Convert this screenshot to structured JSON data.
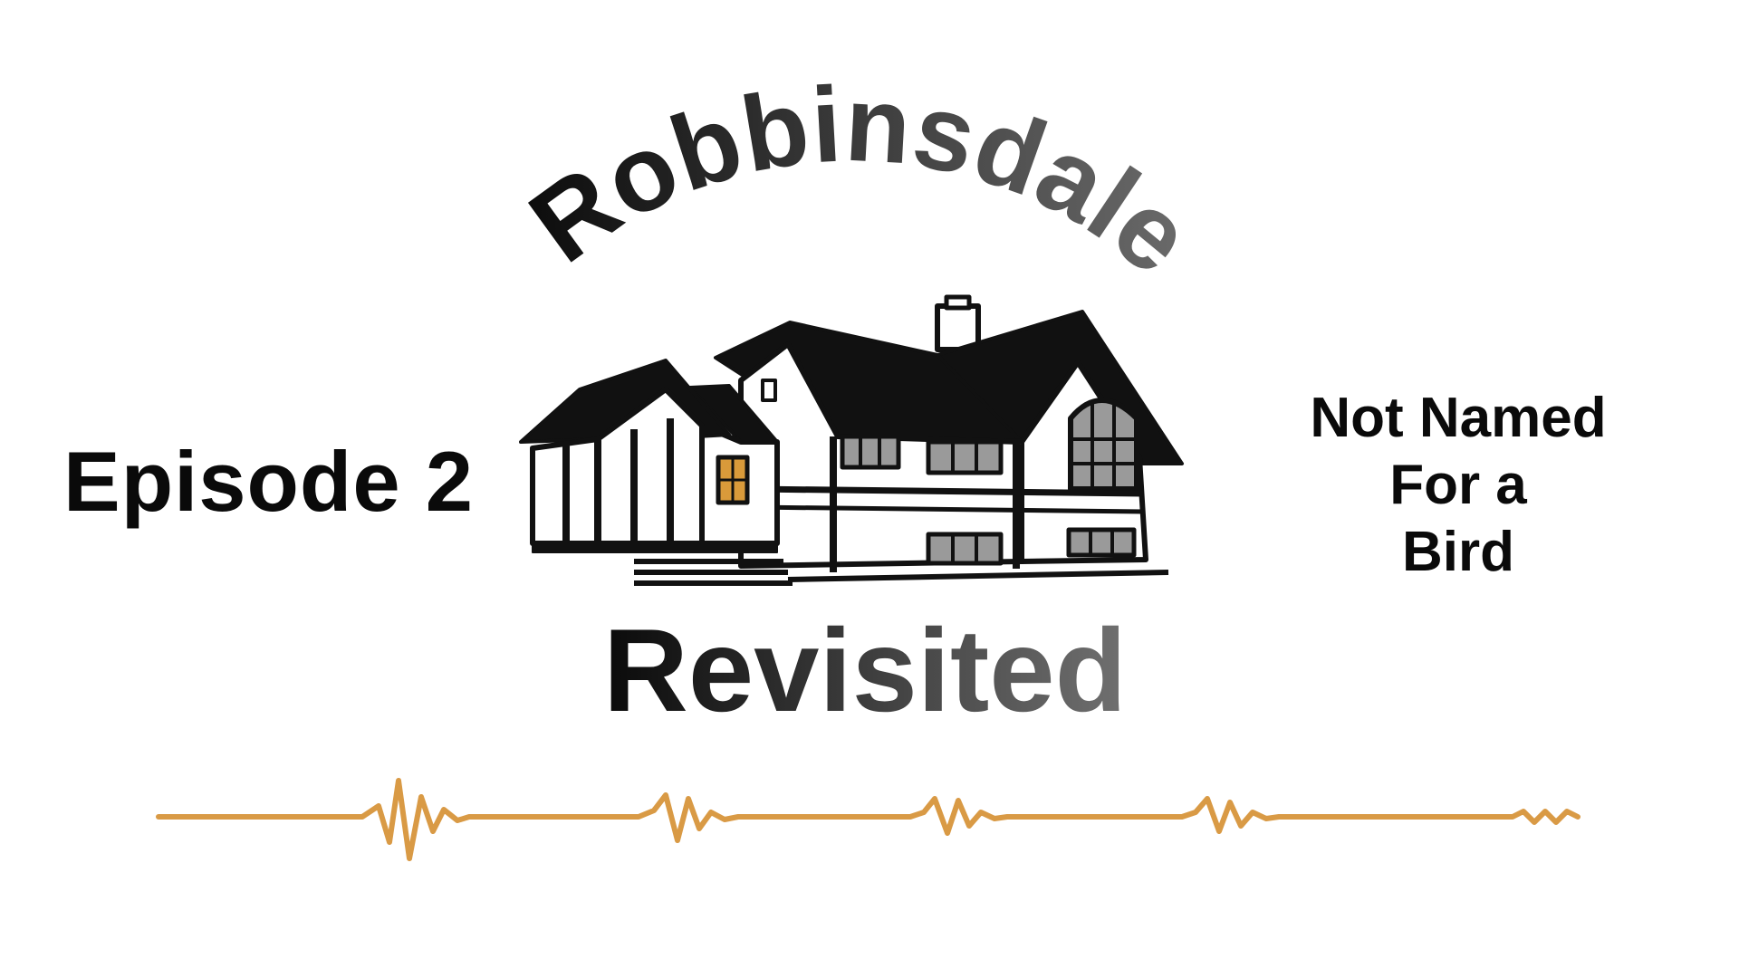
{
  "title": {
    "arc_text": "Robbinsdale",
    "bottom_text": "Revisited"
  },
  "episode_label": "Episode 2",
  "subtitle_lines": [
    "Not Named",
    "For a",
    "Bird"
  ],
  "colors": {
    "text_dark": "#0a0a0a",
    "text_gradient_end": "#6e6e6e",
    "window_accent": "#d99a3a",
    "waveform": "#d99a45"
  },
  "icons": {
    "house": "house-illustration",
    "waveform": "audio-waveform-line"
  }
}
